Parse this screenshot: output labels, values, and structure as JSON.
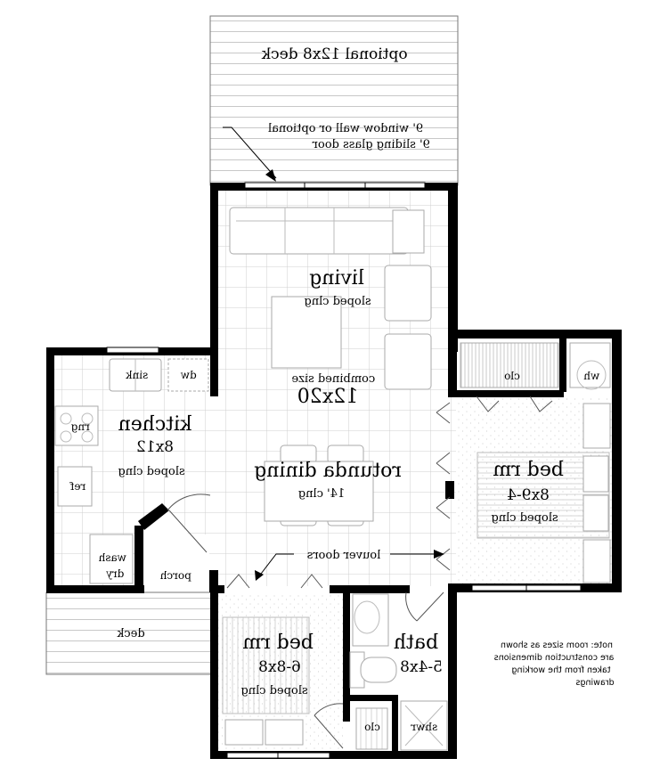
{
  "plan": {
    "mirrored": true,
    "decks": {
      "top": "optional 12x8 deck",
      "bottom": "deck"
    },
    "callouts": {
      "window_wall_line1": "9' window wall or optional",
      "window_wall_line2": "9' sliding glass door",
      "louver": "louver doors"
    },
    "rooms": {
      "living": {
        "name": "living",
        "ceiling": "sloped clng",
        "combined_label": "combined size",
        "combined_size": "12x20"
      },
      "kitchen": {
        "name": "kitchen",
        "size": "8x12",
        "ceiling": "sloped clng"
      },
      "dining": {
        "name": "rotunda dining",
        "ceiling": "14' clng"
      },
      "bed1": {
        "name": "bed rm",
        "size": "8x9-4",
        "ceiling": "sloped clng"
      },
      "bed2": {
        "name": "bed rm",
        "size": "6-8x8",
        "ceiling": "sloped clng"
      },
      "bath": {
        "name": "bath",
        "size": "5-4x8"
      },
      "porch": {
        "name": "porch"
      }
    },
    "fixtures": {
      "sink": "sink",
      "dw": "dw",
      "rng": "rng",
      "ref": "ref",
      "wash": "wash",
      "dry": "dry",
      "clo1": "clo",
      "clo2": "clo",
      "wh": "wh",
      "shwr": "shwr"
    },
    "note": [
      "note: room sizes as shown",
      "are construction dimensions",
      "taken from the working",
      "drawings"
    ]
  }
}
